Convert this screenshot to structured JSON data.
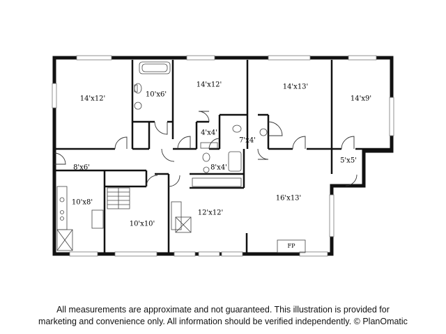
{
  "rooms": [
    {
      "id": "bedroom-nw",
      "label": "14'x12'"
    },
    {
      "id": "bath-north",
      "label": "10'x6'"
    },
    {
      "id": "bedroom-north-center",
      "label": "14'x12'"
    },
    {
      "id": "bedroom-ne-center",
      "label": "14'x13'"
    },
    {
      "id": "bedroom-ne",
      "label": "14'x9'"
    },
    {
      "id": "closet-4x4",
      "label": "4'x4'"
    },
    {
      "id": "bath-7x4",
      "label": "7'x4'"
    },
    {
      "id": "entry-8x6",
      "label": "8'x6'"
    },
    {
      "id": "bath-8x4",
      "label": "8'x4'"
    },
    {
      "id": "porch-5x5",
      "label": "5'x5'"
    },
    {
      "id": "kitchen-10x8",
      "label": "10'x8'"
    },
    {
      "id": "room-10x10",
      "label": "10'x10'"
    },
    {
      "id": "dining-12x12",
      "label": "12'x12'"
    },
    {
      "id": "living-16x13",
      "label": "16'x13'"
    }
  ],
  "fireplace_label": "FP",
  "disclaimer": {
    "line1": "All measurements are approximate and not guaranteed. This illustration is provided for",
    "line2": "marketing and convenience only. All information should be verified independently. © PlanOmatic"
  }
}
